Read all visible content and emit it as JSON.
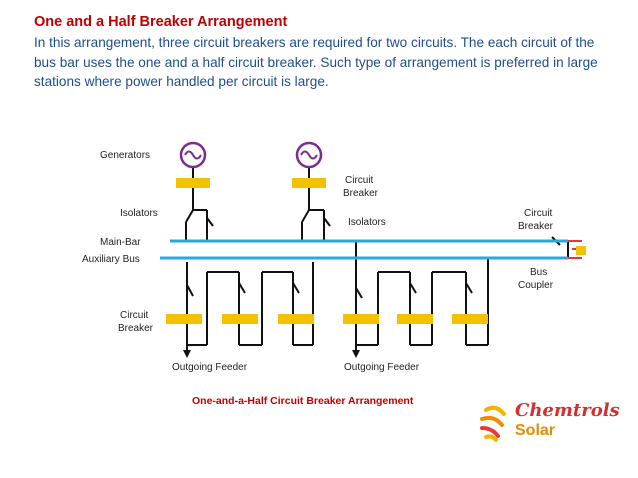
{
  "slide": {
    "title": "One and a Half Breaker Arrangement",
    "body": "In this arrangement, three circuit breakers are required for two circuits. The each circuit of the bus bar uses the one and a half circuit breaker. Such type of arrangement is preferred in large stations where power handled per circuit is large."
  },
  "diagram": {
    "labels": {
      "generators": "Generators",
      "isolators_left": "Isolators",
      "main_bar": "Main-Bar",
      "auxiliary_bus": "Auxiliary Bus",
      "circuit_breaker_left_1": "Circuit",
      "circuit_breaker_left_2": "Breaker",
      "outgoing_feeder_left": "Outgoing Feeder",
      "circuit_breaker_top_1": "Circuit",
      "circuit_breaker_top_2": "Breaker",
      "isolators_mid": "Isolators",
      "circuit_breaker_right_1": "Circuit",
      "circuit_breaker_right_2": "Breaker",
      "bus_coupler_1": "Bus",
      "bus_coupler_2": "Coupler",
      "outgoing_feeder_right": "Outgoing Feeder"
    },
    "caption": "One-and-a-Half Circuit Breaker Arrangement",
    "colors": {
      "bus": "#29a8e0",
      "wire": "#111111",
      "breaker": "#f2c200",
      "generator": "#7a2c8f",
      "terminal": "#e53935"
    }
  },
  "logo": {
    "name": "Chemtrols",
    "sub": "Solar",
    "icon": "sun-burst-icon"
  }
}
